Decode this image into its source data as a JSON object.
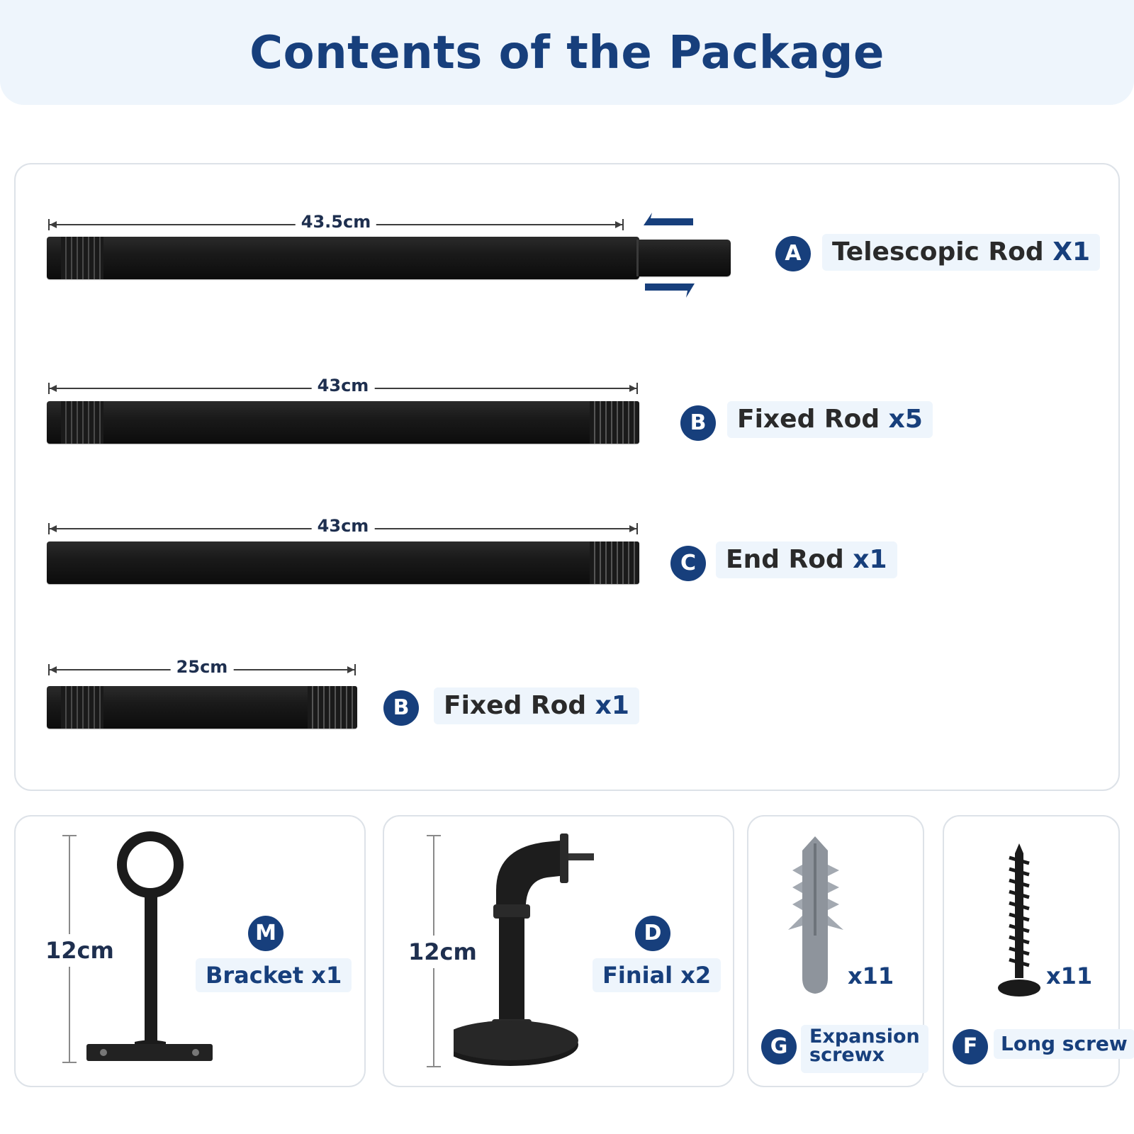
{
  "title": "Contents of the Package",
  "rods": [
    {
      "dimension": "43.5cm",
      "badge": "A",
      "name": "Telescopic Rod ",
      "qty": "X1"
    },
    {
      "dimension": "43cm",
      "badge": "B",
      "name": "Fixed Rod ",
      "qty": "x5"
    },
    {
      "dimension": "43cm",
      "badge": "C",
      "name": "End Rod ",
      "qty": "x1"
    },
    {
      "dimension": "25cm",
      "badge": "B",
      "name": "Fixed Rod ",
      "qty": "x1"
    }
  ],
  "parts": [
    {
      "dimension": "12cm",
      "badge": "M",
      "label": "Bracket x1"
    },
    {
      "dimension": "12cm",
      "badge": "D",
      "label": "Finial x2"
    },
    {
      "badge": "G",
      "qty": "x11",
      "label_line1": "Expansion",
      "label_line2": "screwx"
    },
    {
      "badge": "F",
      "qty": "x11",
      "label": "Long screw"
    }
  ],
  "colors": {
    "accent": "#173f7c",
    "header_bg": "#eef5fc",
    "tag_bg": "#eef5fc"
  }
}
